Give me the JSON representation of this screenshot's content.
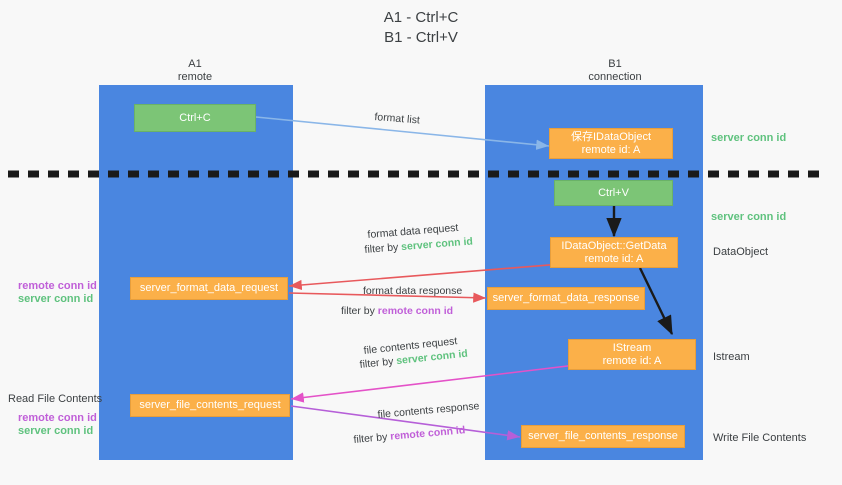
{
  "title": "A1 - Ctrl+C\nB1 - Ctrl+V",
  "columns": [
    {
      "name": "A1",
      "sub": "remote",
      "header": "A1\nremote"
    },
    {
      "name": "B1",
      "sub": "connection",
      "header": "B1\nconnection"
    }
  ],
  "colors": {
    "lane": "#4a86e0",
    "green_box": "#7cc576",
    "orange_box": "#fbb049",
    "green_text": "#5fc27e",
    "purple_text": "#c05fd8",
    "dark_text": "#3c4043",
    "arrow_blue": "#8ab6e8",
    "arrow_red": "#e8595c",
    "arrow_purple": "#b65fd8",
    "arrow_magenta": "#e452c8",
    "arrow_black": "#1a1a1a",
    "background": "#f8f8f8"
  },
  "boxes": {
    "ctrl_c": "Ctrl+C",
    "ctrl_v": "Ctrl+V",
    "save_idataobject": "保存IDataObject\nremote id: A",
    "idataobject_getdata": "IDataObject::GetData\nremote id: A",
    "istream": "IStream\nremote id: A",
    "server_format_data_request": "server_format_data_request",
    "server_format_data_response": "server_format_data_response",
    "server_file_contents_request": "server_file_contents_request",
    "server_file_contents_response": "server_file_contents_response"
  },
  "arrow_labels": {
    "format_list": "format list",
    "format_data_request": "format data request",
    "format_data_request_filter_prefix": "filter by ",
    "format_data_request_filter_value": "server conn id",
    "format_data_response": "format data response",
    "format_data_response_filter_prefix": "filter by ",
    "format_data_response_filter_value": "remote conn id",
    "file_contents_request": "file contents request",
    "file_contents_request_filter_prefix": "filter by ",
    "file_contents_request_filter_value": "server conn id",
    "file_contents_response": "file contents response",
    "file_contents_response_filter_prefix": "filter by ",
    "file_contents_response_filter_value": "remote conn id"
  },
  "side_labels": {
    "right_server_conn_id_top": "server conn id",
    "right_server_conn_id_mid": "server conn id",
    "right_dataobject": "DataObject",
    "right_istream": "Istream",
    "right_write_file_contents": "Write File Contents",
    "left_remote_conn_id_1": "remote conn id",
    "left_server_conn_id_1": "server conn id",
    "left_read_file_contents": "Read File Contents",
    "left_remote_conn_id_2": "remote conn id",
    "left_server_conn_id_2": "server conn id"
  }
}
